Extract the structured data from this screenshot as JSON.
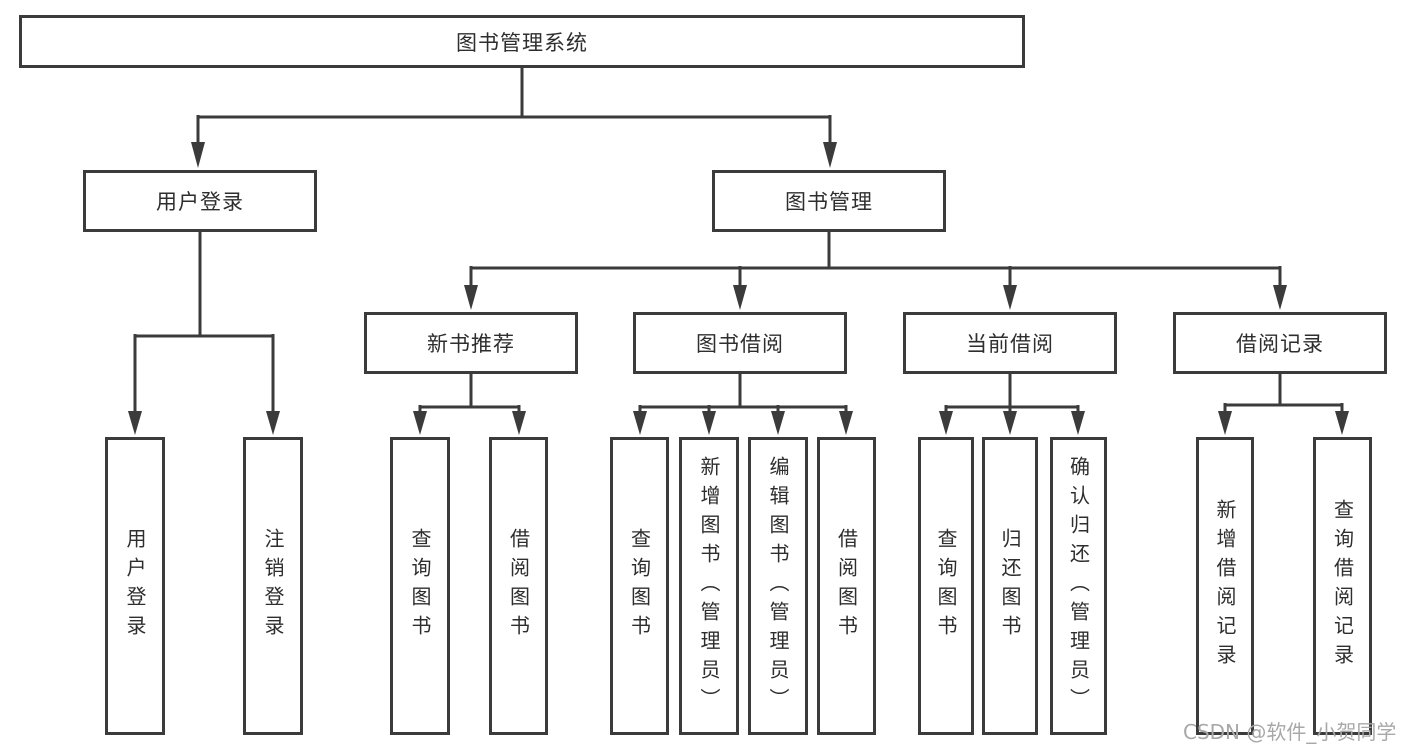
{
  "tree": {
    "root": {
      "label": "图书管理系统"
    },
    "branches": [
      {
        "label": "用户登录",
        "children": [
          {
            "label": "用户登录"
          },
          {
            "label": "注销登录"
          }
        ]
      },
      {
        "label": "图书管理",
        "children": [
          {
            "label": "新书推荐",
            "children": [
              {
                "label": "查询图书"
              },
              {
                "label": "借阅图书"
              }
            ]
          },
          {
            "label": "图书借阅",
            "children": [
              {
                "label": "查询图书"
              },
              {
                "label": "新增图书（管理员）"
              },
              {
                "label": "编辑图书（管理员）"
              },
              {
                "label": "借阅图书"
              }
            ]
          },
          {
            "label": "当前借阅",
            "children": [
              {
                "label": "查询图书"
              },
              {
                "label": "归还图书"
              },
              {
                "label": "确认归还（管理员）"
              }
            ]
          },
          {
            "label": "借阅记录",
            "children": [
              {
                "label": "新增借阅记录"
              },
              {
                "label": "查询借阅记录"
              }
            ]
          }
        ]
      }
    ]
  },
  "watermark": {
    "text": "CSDN @软件_小贺同学"
  },
  "colors": {
    "line": "#3b3b3b",
    "box_border": "#3b3b3b",
    "box_fill": "#ffffff",
    "text": "#2e2e2e",
    "watermark": "#a8a8a8",
    "background": "#ffffff"
  }
}
